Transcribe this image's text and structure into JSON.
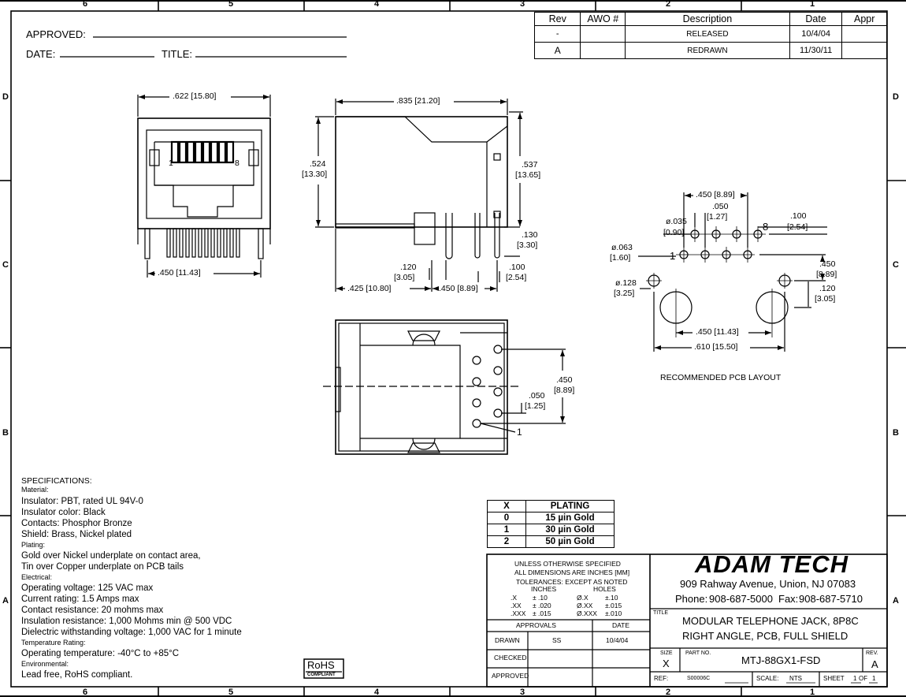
{
  "zones": {
    "top": [
      "6",
      "5",
      "4",
      "3",
      "2",
      "1"
    ],
    "side": [
      "D",
      "C",
      "B",
      "A"
    ]
  },
  "approval_block": {
    "approved_label": "APPROVED:",
    "date_label": "DATE:",
    "title_label": "TITLE:"
  },
  "revisions": {
    "headers": [
      "Rev",
      "AWO #",
      "Description",
      "Date",
      "Appr"
    ],
    "rows": [
      {
        "rev": "-",
        "awo": "",
        "description": "RELEASED",
        "date": "10/4/04",
        "appr": ""
      },
      {
        "rev": "A",
        "awo": "",
        "description": "REDRAWN",
        "date": "11/30/11",
        "appr": ""
      }
    ]
  },
  "front_view": {
    "width_dim": ".622 [15.80]",
    "pin1": "1",
    "pin8": "8",
    "bottom_dim": ".450 [11.43]"
  },
  "side_view": {
    "length_dim": ".835 [21.20]",
    "height_a": ".524",
    "height_a_mm": "[13.30]",
    "height_b": ".537",
    "height_b_mm": "[13.65]",
    "tail_a": ".130",
    "tail_a_mm": "[3.30]",
    "tail_b": ".100",
    "tail_b_mm": "[2.54]",
    "post_gap": ".120",
    "post_gap_mm": "[3.05]",
    "offset_a": ".425 [10.80]",
    "offset_b": ".450 [8.89]"
  },
  "top_view": {
    "row_pitch": ".450",
    "row_pitch_mm": "[8.89]",
    "pin_pitch": ".050",
    "pin_pitch_mm": "[1.25]",
    "pin1": "1"
  },
  "pcb_layout": {
    "caption": "RECOMMENDED PCB LAYOUT",
    "span": ".450 [8.89]",
    "stagger": ".050",
    "stagger_mm": "[1.27]",
    "pin_hole": "ø.035",
    "pin_hole_mm": "[0.90]",
    "pitch": ".100",
    "pitch_mm": "[2.54]",
    "hole_063": "ø.063",
    "hole_063_mm": "[1.60]",
    "hole_128": "ø.128",
    "hole_128_mm": "[3.25]",
    "vert_450": ".450",
    "vert_450_mm": "[8.89]",
    "vert_120": ".120",
    "vert_120_mm": "[3.05]",
    "post_span": ".450 [11.43]",
    "outer_span": ".610 [15.50]",
    "pin1": "1",
    "pin8": "8"
  },
  "specifications": {
    "heading": "SPECIFICATIONS:",
    "lines": [
      "Material:",
      "Insulator: PBT, rated UL 94V-0",
      "Insulator color: Black",
      "Contacts: Phosphor Bronze",
      "Shield: Brass, Nickel plated",
      "Plating:",
      "Gold over Nickel underplate on contact area,",
      "Tin over Copper underplate on PCB tails",
      "Electrical:",
      "Operating voltage: 125 VAC max",
      "Current rating: 1.5 Amps max",
      "Contact resistance: 20 mohms max",
      "Insulation resistance: 1,000 Mohms min @ 500 VDC",
      "Dielectric withstanding voltage: 1,000 VAC for 1 minute",
      "Temperature Rating:",
      "Operating temperature: -40°C to +85°C",
      "Environmental:",
      "Lead free, RoHS compliant."
    ],
    "rohs_main": "RoHS",
    "rohs_sub": "COMPLIANT"
  },
  "plating_table": {
    "headers": [
      "X",
      "PLATING"
    ],
    "rows": [
      [
        "0",
        "15 µin Gold"
      ],
      [
        "1",
        "30 µin Gold"
      ],
      [
        "2",
        "50 µin Gold"
      ]
    ]
  },
  "title_block": {
    "tolerance_lines": [
      "UNLESS OTHERWISE SPECIFIED",
      "ALL DIMENSIONS ARE INCHES [MM]",
      "TOLERANCES: EXCEPT AS NOTED"
    ],
    "inches_label": "INCHES",
    "holes_label": "HOLES",
    "tol_rows": [
      [
        ".X",
        "± .10",
        "Ø.X",
        "±.10"
      ],
      [
        ".XX",
        "± .020",
        "Ø.XX",
        "±.015"
      ],
      [
        ".XXX",
        "± .015",
        "Ø.XXX",
        "±.010"
      ]
    ],
    "approvals_label": "APPROVALS",
    "date_label": "DATE",
    "drawn_label": "DRAWN",
    "drawn_by": "SS",
    "drawn_date": "10/4/04",
    "checked_label": "CHECKED",
    "approved_label": "APPROVED",
    "company": "ADAM TECH",
    "address": "909 Rahway Avenue, Union, NJ 07083",
    "phone_label": "Phone:",
    "phone": "908-687-5000",
    "fax_label": "Fax:",
    "fax": "908-687-5710",
    "title_label": "TITLE",
    "title_line1": "MODULAR TELEPHONE JACK, 8P8C",
    "title_line2": "RIGHT ANGLE, PCB, FULL SHIELD",
    "size_label": "SIZE",
    "size": "X",
    "part_no_label": "PART NO.",
    "part_no": "MTJ-88GX1-FSD",
    "rev_label": "REV.",
    "rev": "A",
    "ref_label": "REF:",
    "ref": "S00006C",
    "scale_label": "SCALE:",
    "scale": "NTS",
    "sheet_label": "SHEET",
    "sheet": "1",
    "of_label": "OF",
    "of": "1"
  }
}
